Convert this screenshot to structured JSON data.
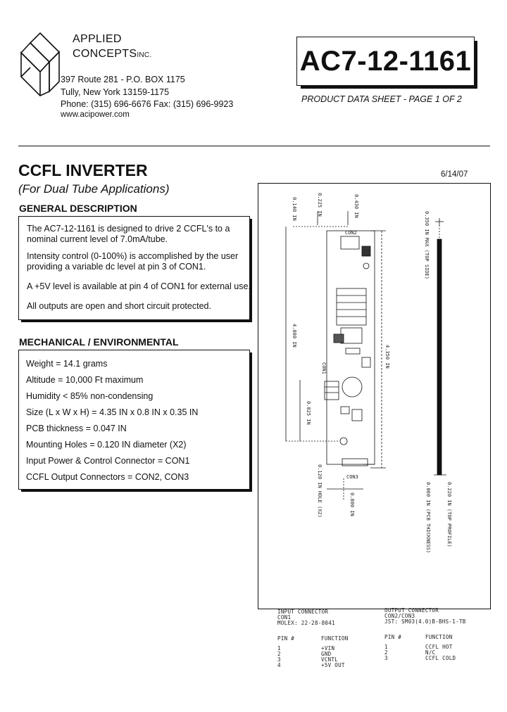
{
  "company": {
    "name_line1": "APPLIED",
    "name_line2": "CONCEPTS",
    "suffix": "INC.",
    "address": "397 Route 281 - P.O. BOX 1175",
    "city": "Tully, New York  13159-1175",
    "phone": "Phone: (315) 696-6676   Fax: (315) 696-9923",
    "website": "www.acipower.com"
  },
  "part_number": "AC7-12-1161",
  "sheet_label": "PRODUCT DATA SHEET - PAGE 1 OF 2",
  "title": "CCFL INVERTER",
  "subtitle": "(For Dual Tube Applications)",
  "date": "6/14/07",
  "general": {
    "heading": "GENERAL DESCRIPTION",
    "para1_line1": "The AC7-12-1161 is designed to drive 2 CCFL's to a",
    "para1_line2": "nominal current level of 7.0mA/tube.",
    "para2_line1": "Intensity control (0-100%) is accomplished by the user",
    "para2_line2": "providing a variable dc level at pin 3 of CON1.",
    "para3": "A +5V level is available at pin 4 of CON1 for external use.",
    "para4": "All outputs are open and short circuit protected."
  },
  "mechanical": {
    "heading": "MECHANICAL / ENVIRONMENTAL",
    "items": [
      "Weight = 14.1 grams",
      "Altitude = 10,000 Ft maximum",
      "Humidity < 85% non-condensing",
      "Size (L x W x H) = 4.35 IN x 0.8 IN x 0.35 IN",
      "PCB thickness = 0.047 IN",
      "Mounting Holes = 0.120 IN diameter (X2)",
      "Input Power & Control Connector = CON1",
      "CCFL Output Connectors = CON2, CON3"
    ]
  },
  "drawing": {
    "dim_top_left": "0.140 IN",
    "dim_top_mid1": "0.225 IN",
    "dim_top_mid2": "0.430 IN",
    "dim_long_left": "4.080 IN",
    "dim_long_right": "4.350 IN",
    "dim_lower": "0.825 IN",
    "dim_hole": "0.120 IN HOLE (X2)",
    "dim_width": "0.800 IN",
    "dim_side_top": "0.350 IN MAX (TOP SIDE)",
    "dim_side_bot1": "0.060 IN (PCB THICKNESS)",
    "dim_side_bot2": "0.220 IN (TOP PROFILE)",
    "label_con1": "CON1",
    "label_con2": "CON2",
    "label_con3": "CON3",
    "input": {
      "title": "INPUT CONNECTOR",
      "name": "CON1",
      "part": "MOLEX: 22-28-8041",
      "col_pin": "PIN #",
      "col_func": "FUNCTION",
      "rows": [
        {
          "pin": "1",
          "func": "+VIN"
        },
        {
          "pin": "2",
          "func": "GND"
        },
        {
          "pin": "3",
          "func": "VCNTL"
        },
        {
          "pin": "4",
          "func": "+5V OUT"
        }
      ]
    },
    "output": {
      "title": "OUTPUT CONNECTOR",
      "name": "CON2/CON3",
      "part": "JST: SM03(4.0)B-BHS-1-TB",
      "col_pin": "PIN #",
      "col_func": "FUNCTION",
      "rows": [
        {
          "pin": "1",
          "func": "CCFL HOT"
        },
        {
          "pin": "2",
          "func": "N/C"
        },
        {
          "pin": "3",
          "func": "CCFL COLD"
        }
      ]
    }
  }
}
